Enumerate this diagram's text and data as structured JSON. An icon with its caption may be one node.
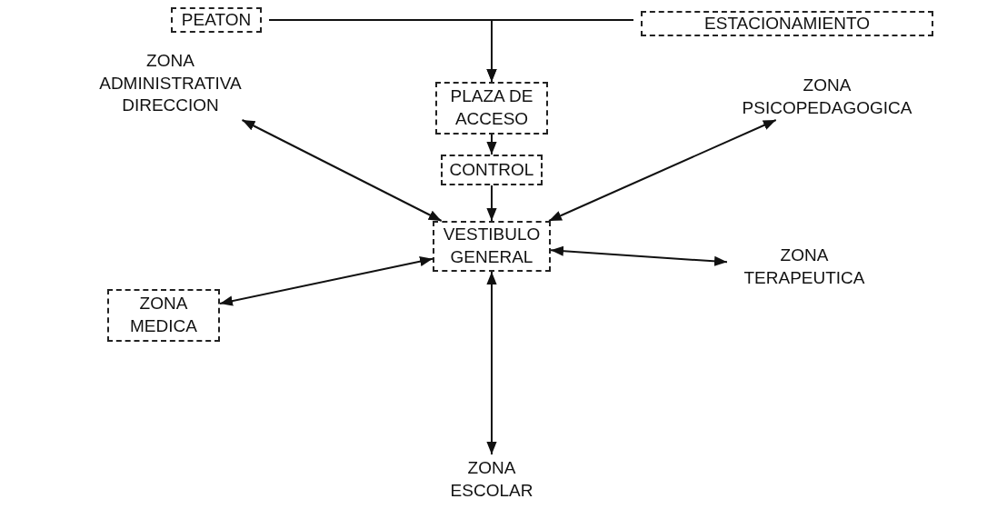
{
  "diagram": {
    "nodes": [
      {
        "text": [
          "PEATON"
        ]
      },
      {
        "text": [
          "ESTACIONAMIENTO"
        ]
      },
      {
        "text": [
          "PLAZA DE ACCESO"
        ]
      },
      {
        "text": [
          "CONTROL"
        ]
      },
      {
        "text": [
          "VESTIBULO GENERAL"
        ]
      },
      {
        "text": [
          "ZONA ADMINISTRATIVA DIRECCION"
        ]
      },
      {
        "text": [
          "ZONA PSICOPEDAGOGICA"
        ]
      },
      {
        "text": [
          "ZONA MEDICA"
        ]
      },
      {
        "text": [
          "ZONA TERAPEUTICA"
        ]
      },
      {
        "text": [
          "ZONA ESCOLAR"
        ]
      }
    ],
    "edges": [
      {
        "from": 0,
        "to": 2,
        "arrow": "to"
      },
      {
        "from": 1,
        "to": 2,
        "arrow": "to"
      },
      {
        "from": 2,
        "to": 3,
        "arrow": "to"
      },
      {
        "from": 3,
        "to": 4,
        "arrow": "to"
      },
      {
        "from": 4,
        "to": 5,
        "arrow": "both"
      },
      {
        "from": 4,
        "to": 6,
        "arrow": "both"
      },
      {
        "from": 4,
        "to": 7,
        "arrow": "both"
      },
      {
        "from": 4,
        "to": 8,
        "arrow": "both"
      },
      {
        "from": 4,
        "to": 9,
        "arrow": "both"
      }
    ]
  }
}
